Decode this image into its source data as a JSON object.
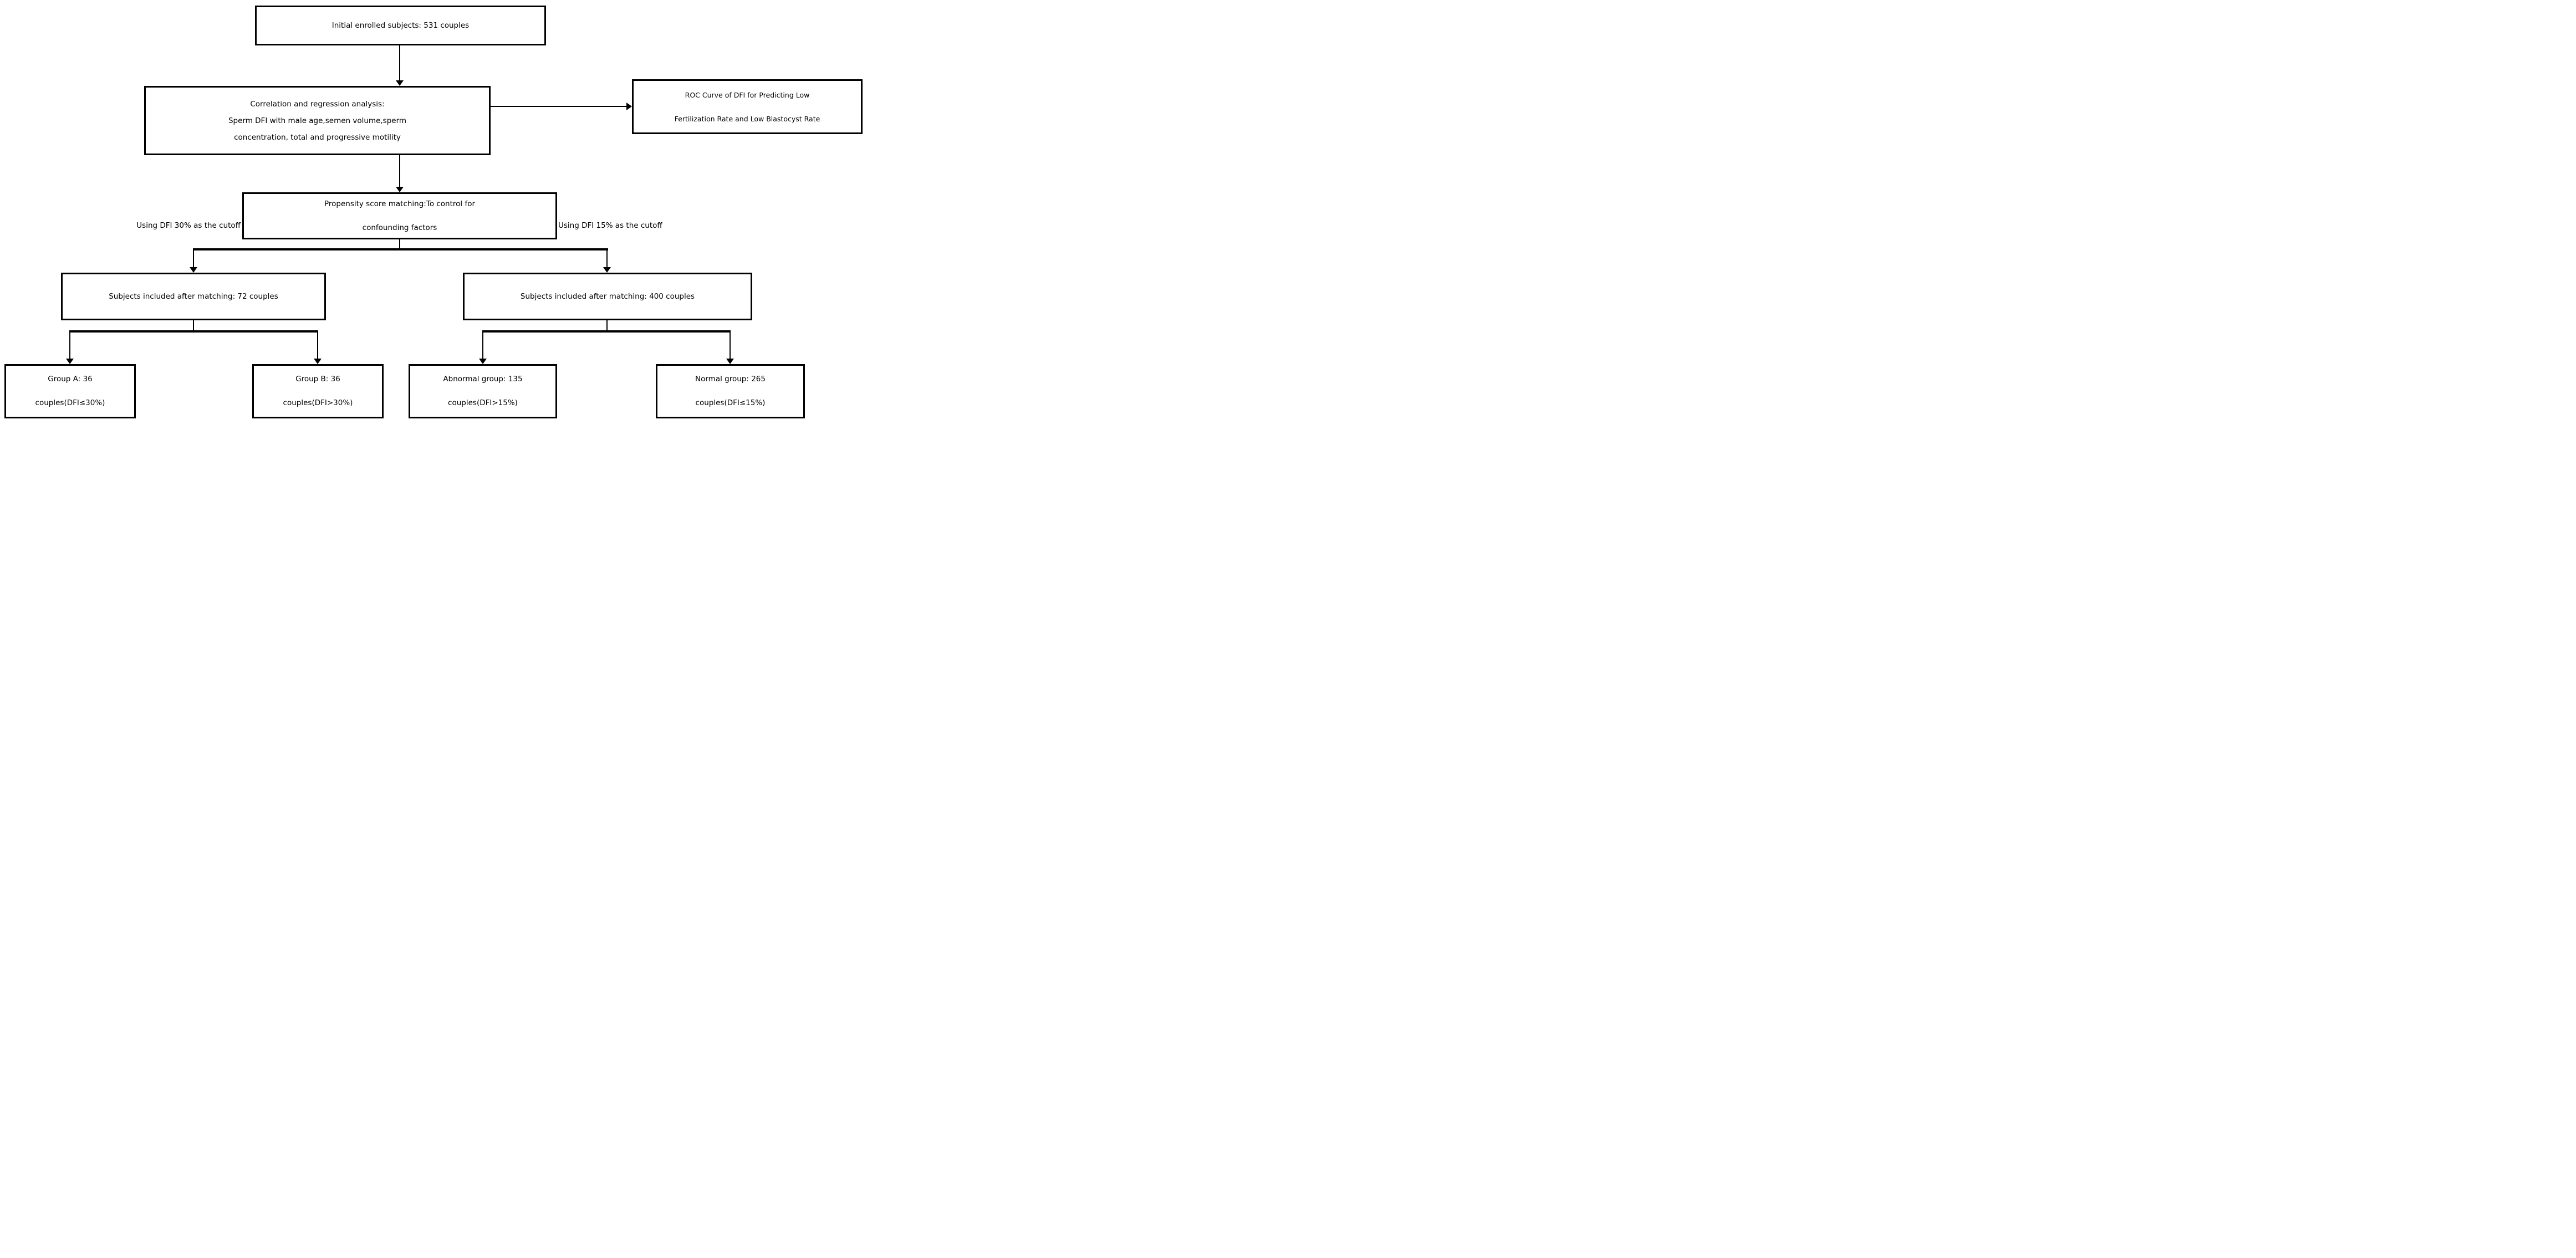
{
  "diagram": {
    "background": "#ffffff",
    "line_color": "#000000",
    "nodes": {
      "initial": {
        "text": "Initial enrolled subjects: 531 couples"
      },
      "correlation": {
        "lines": [
          "Correlation and regression analysis:",
          "Sperm DFI with male age,semen volume,sperm",
          "concentration, total and progressive motility"
        ]
      },
      "roc": {
        "lines": [
          "ROC Curve of DFI for Predicting Low",
          "Fertilization Rate and Low Blastocyst Rate"
        ]
      },
      "propensity": {
        "lines": [
          "Propensity score matching:To control for",
          "confounding factors"
        ]
      },
      "matched_left": {
        "text": "Subjects included after matching: 72 couples"
      },
      "matched_right": {
        "text": "Subjects included after matching: 400 couples"
      },
      "group_a": {
        "lines": [
          "Group A: 36",
          "couples(DFI≤30%)"
        ]
      },
      "group_b": {
        "lines": [
          "Group B: 36",
          "couples(DFI>30%)"
        ]
      },
      "abnormal": {
        "lines": [
          "Abnormal group: 135",
          "couples(DFI>15%)"
        ]
      },
      "normal": {
        "lines": [
          "Normal group: 265",
          "couples(DFI≤15%)"
        ]
      }
    },
    "edge_labels": {
      "left": "Using DFI 30% as the cutoff",
      "right": "Using DFI 15% as the cutoff"
    }
  }
}
